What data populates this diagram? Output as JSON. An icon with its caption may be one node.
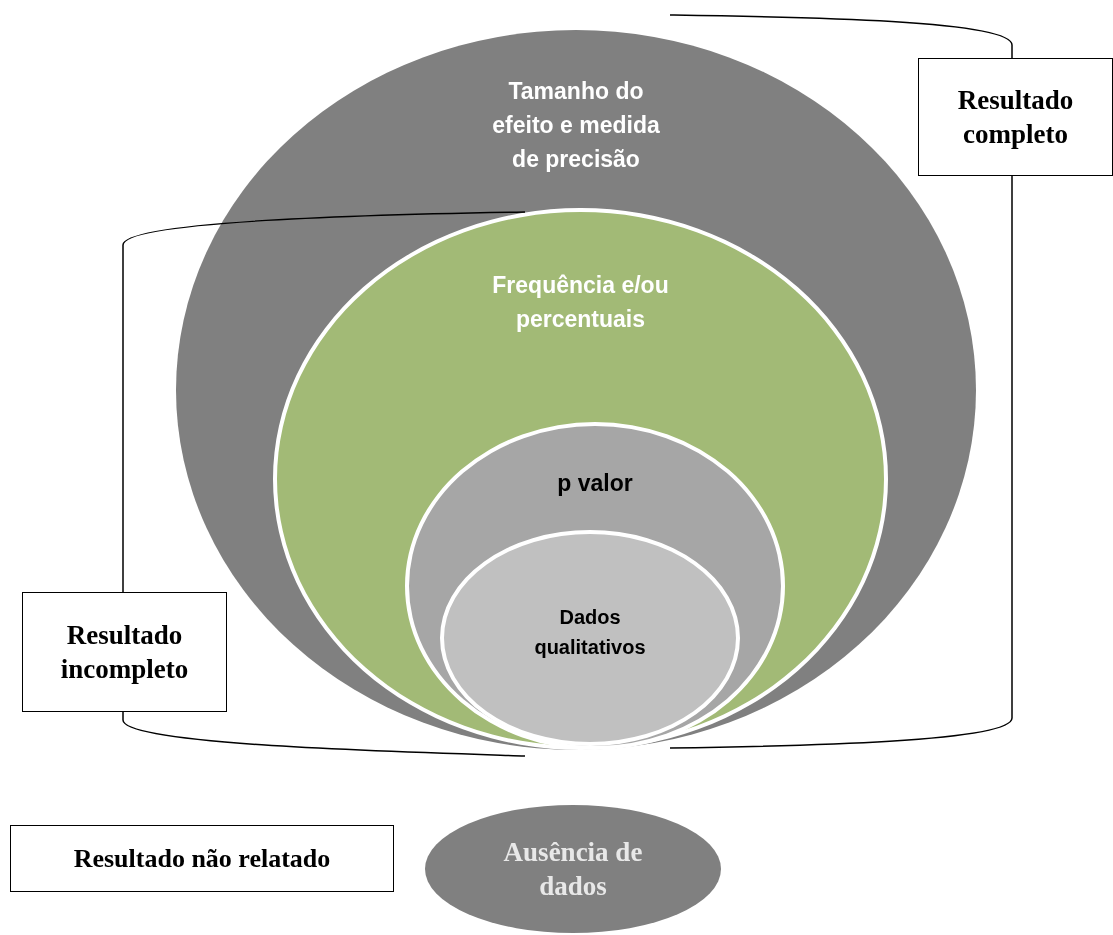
{
  "diagram": {
    "nodes": [
      {
        "text": [
          "Tamanho do efeito e medida de precisão"
        ]
      },
      {
        "text": [
          "Frequência e/ou percentuais"
        ],
        "in": 0
      },
      {
        "text": [
          "p valor"
        ],
        "in": 1
      },
      {
        "text": [
          "Dados qualitativos"
        ],
        "in": 2
      },
      {
        "text": [
          "Resultado completo"
        ]
      },
      {
        "text": [
          "Resultado incompleto"
        ]
      },
      {
        "text": [
          "Resultado não relatado"
        ]
      },
      {
        "text": [
          "Ausência de dados"
        ]
      }
    ],
    "edges": []
  }
}
